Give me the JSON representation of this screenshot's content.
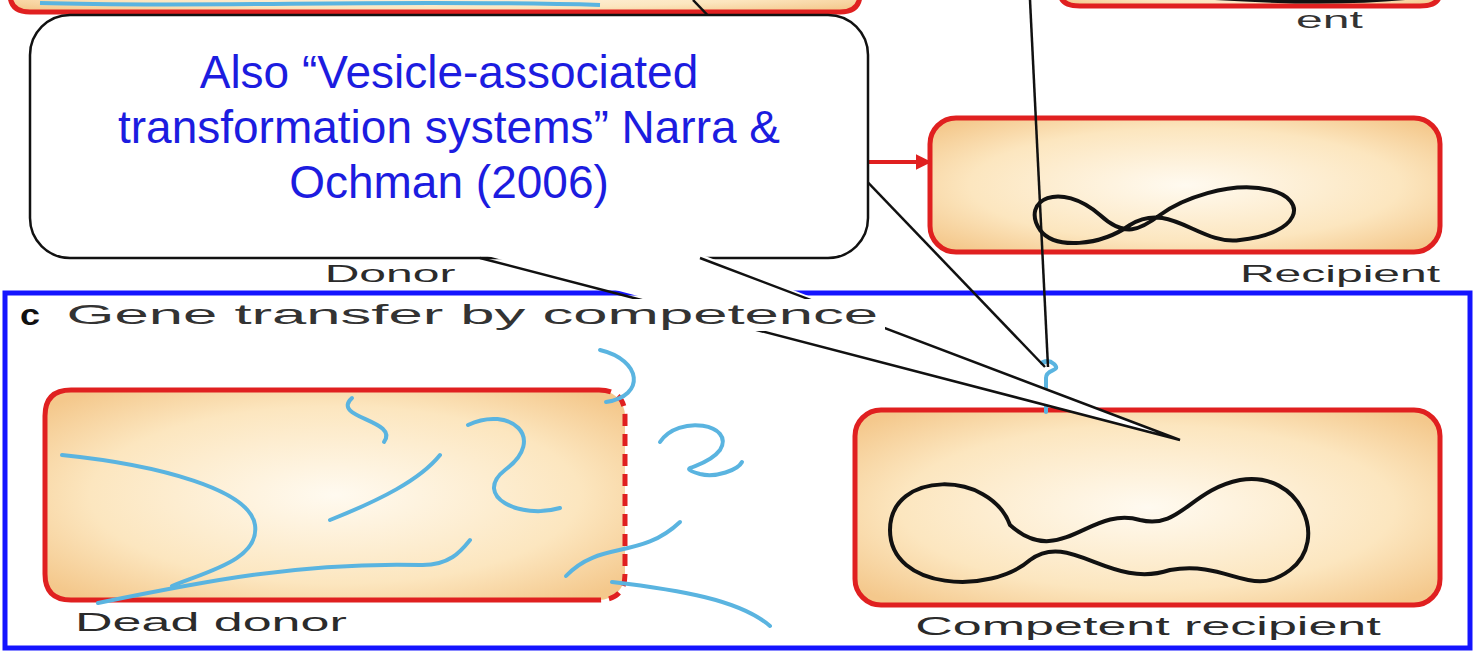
{
  "diagram": {
    "nodes": [
      {
        "text": [
          "Also “Vesicle-associated transformation systems” Narra & Ochman (2006)"
        ]
      },
      {
        "text": [
          "Donor"
        ]
      },
      {
        "text": [
          "Recipient"
        ]
      },
      {
        "text": [
          "c",
          "Gene transfer by competence"
        ]
      },
      {
        "text": [
          "Dead donor"
        ],
        "in": 3
      },
      {
        "text": [
          "Competent recipient"
        ],
        "in": 3
      }
    ],
    "edges": [
      {
        "from": 1,
        "to": 2,
        "arrow": "to"
      }
    ],
    "labels": [
      "ent"
    ]
  }
}
